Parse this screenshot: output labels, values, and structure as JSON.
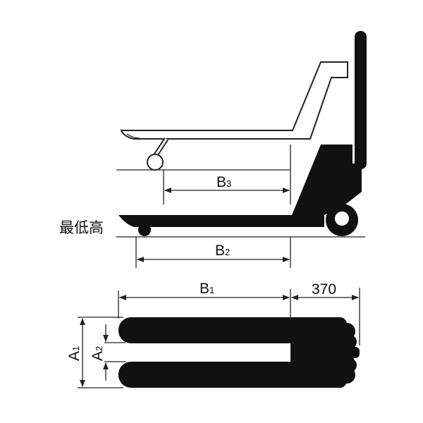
{
  "labels": {
    "min_height": "最低高",
    "b3": {
      "main": "B",
      "sub": "3"
    },
    "b2": {
      "main": "B",
      "sub": "2"
    },
    "b1": {
      "main": "B",
      "sub": "1"
    },
    "a1": {
      "main": "A",
      "sub": "1"
    },
    "a2": {
      "main": "A",
      "sub": "2"
    },
    "handle_length": "370"
  },
  "colors": {
    "ink": "#111111",
    "background": "#ffffff"
  }
}
